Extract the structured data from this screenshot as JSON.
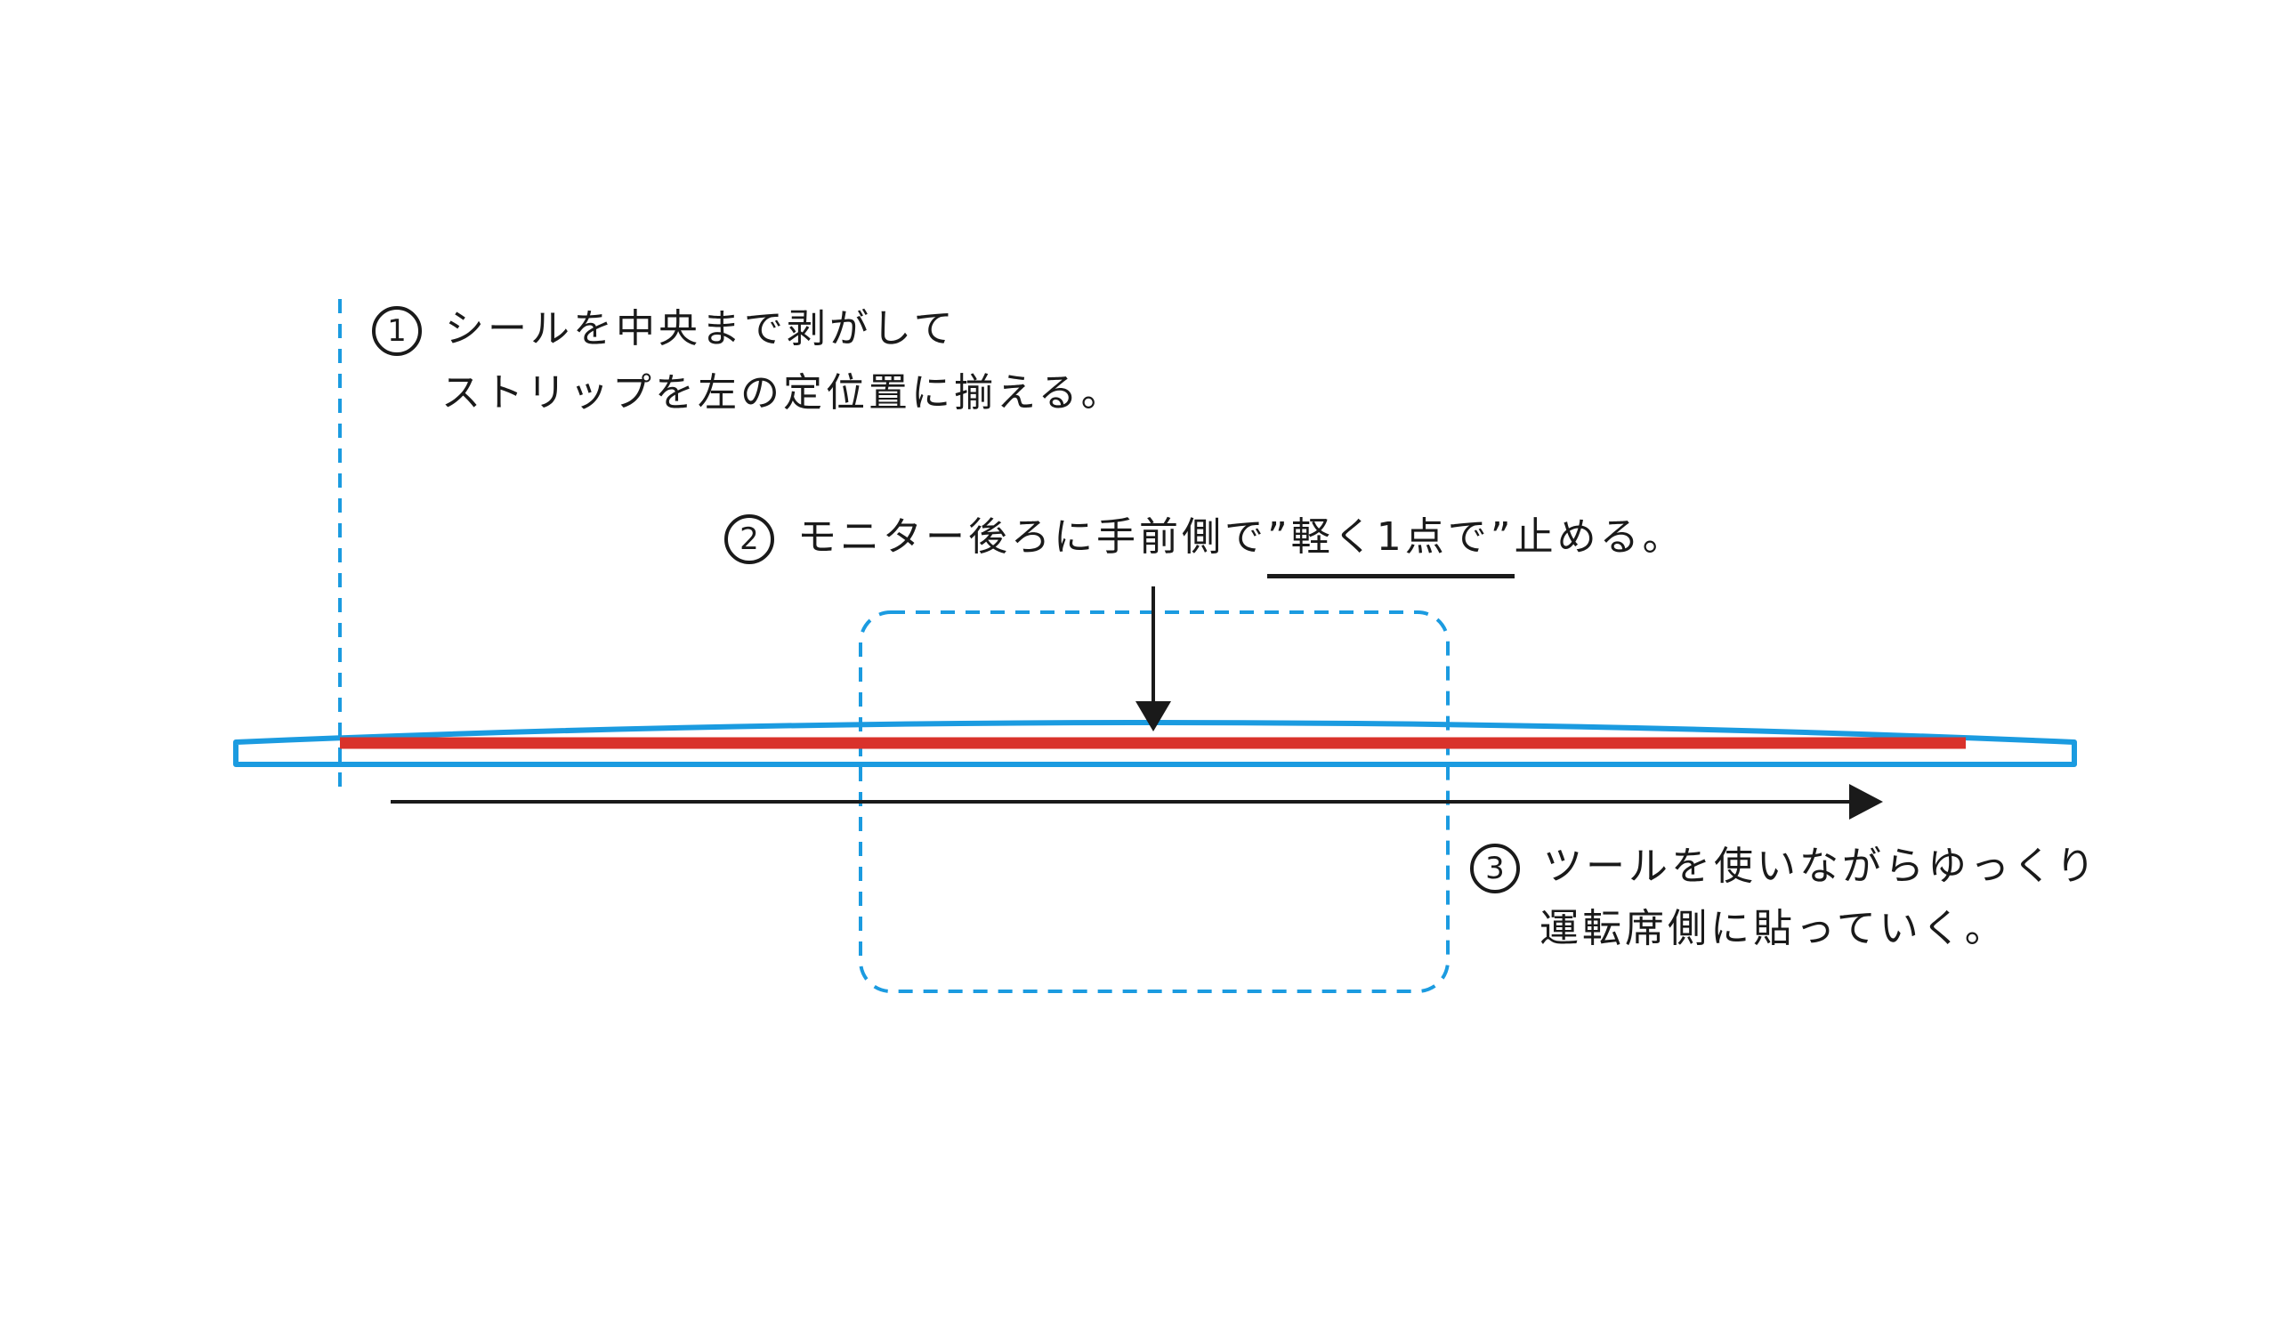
{
  "colors": {
    "guide": "#1b9be0",
    "strip": "#d9322b",
    "ink": "#1a1a1a"
  },
  "steps": [
    {
      "number": "1",
      "lines": [
        "シールを中央まで剥がして",
        "ストリップを左の定位置に揃える。"
      ]
    },
    {
      "number": "2",
      "before": "モニター後ろに手前側で",
      "emphasis": "”軽く1点で”",
      "after": "止める。"
    },
    {
      "number": "3",
      "lines": [
        "ツールを使いながらゆっくり",
        "運転席側に貼っていく。"
      ]
    }
  ]
}
